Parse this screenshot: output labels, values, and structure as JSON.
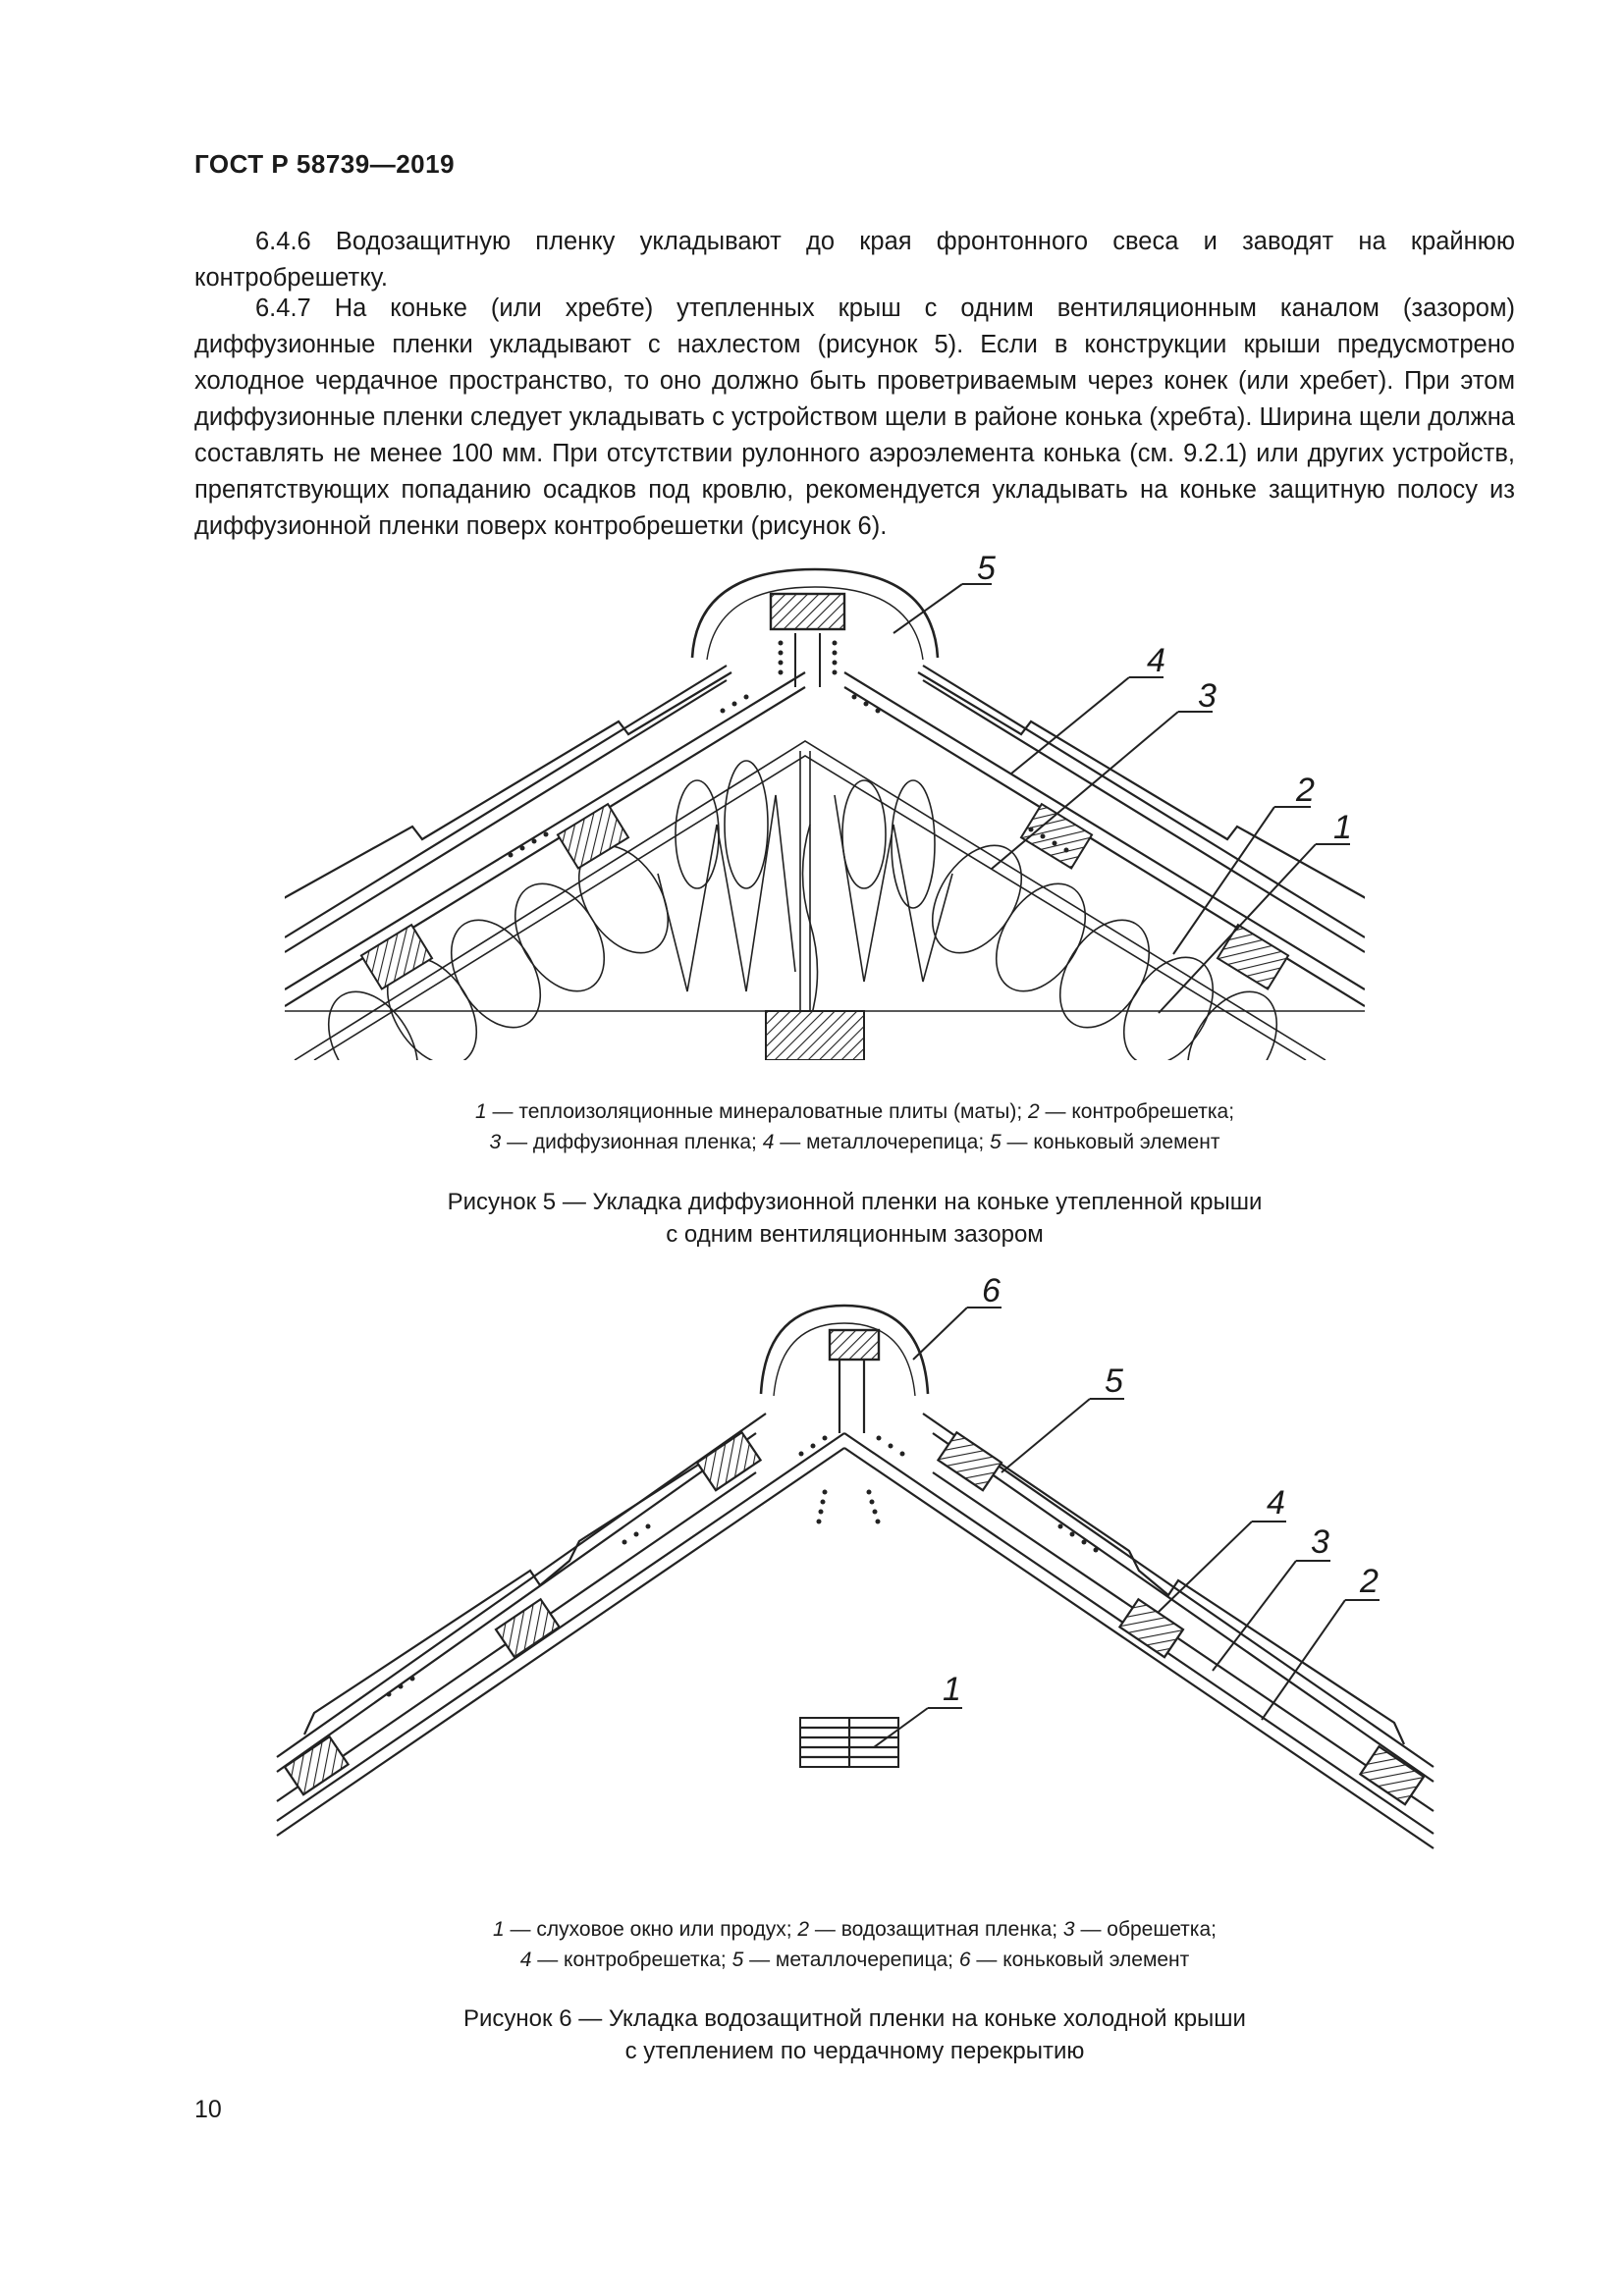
{
  "header": {
    "doc_id": "ГОСТ Р 58739—2019"
  },
  "paragraphs": {
    "p646": "6.4.6 Водозащитную пленку укладывают до края фронтонного свеса и заводят на крайнюю контробрешетку.",
    "p647": "6.4.7 На коньке (или хребте) утепленных крыш с одним вентиляционным каналом (зазором) диффузионные пленки укладывают с нахлестом (рисунок 5). Если в конструкции крыши предусмотрено холодное чердачное пространство, то оно должно быть проветриваемым через конек (или хребет). При этом диффузионные пленки следует укладывать с устройством щели в районе конька (хребта). Ширина щели должна составлять не менее 100 мм. При отсутствии рулонного аэроэлемента конька (см. 9.2.1) или других устройств, препятствующих попаданию осадков под кровлю, рекомендуется укладывать на коньке защитную полосу из диффузионной пленки поверх контробрешетки (рисунок 6)."
  },
  "figure5": {
    "callouts": [
      "1",
      "2",
      "3",
      "4",
      "5"
    ],
    "legend": [
      {
        "num": "1",
        "text": " — теплоизоляционные минераловатные плиты (маты); "
      },
      {
        "num": "2",
        "text": " — контробрешетка;"
      },
      {
        "num": "3",
        "text": " — диффузионная пленка; "
      },
      {
        "num": "4",
        "text": " — металлочерепица; "
      },
      {
        "num": "5",
        "text": " — коньковый элемент"
      }
    ],
    "title_line1": "Рисунок 5 — Укладка диффузионной пленки на коньке утепленной крыши",
    "title_line2": "с одним вентиляционным зазором"
  },
  "figure6": {
    "callouts": [
      "1",
      "2",
      "3",
      "4",
      "5",
      "6"
    ],
    "legend": [
      {
        "num": "1",
        "text": " — слуховое окно или продух; "
      },
      {
        "num": "2",
        "text": " — водозащитная пленка; "
      },
      {
        "num": "3",
        "text": " — обрешетка;"
      },
      {
        "num": "4",
        "text": " — контробрешетка; "
      },
      {
        "num": "5",
        "text": " — металлочерепица; "
      },
      {
        "num": "6",
        "text": " — коньковый элемент"
      }
    ],
    "title_line1": "Рисунок 6 — Укладка водозащитной пленки на коньке холодной крыши",
    "title_line2": "с утеплением по чердачному перекрытию"
  },
  "page_number": "10"
}
